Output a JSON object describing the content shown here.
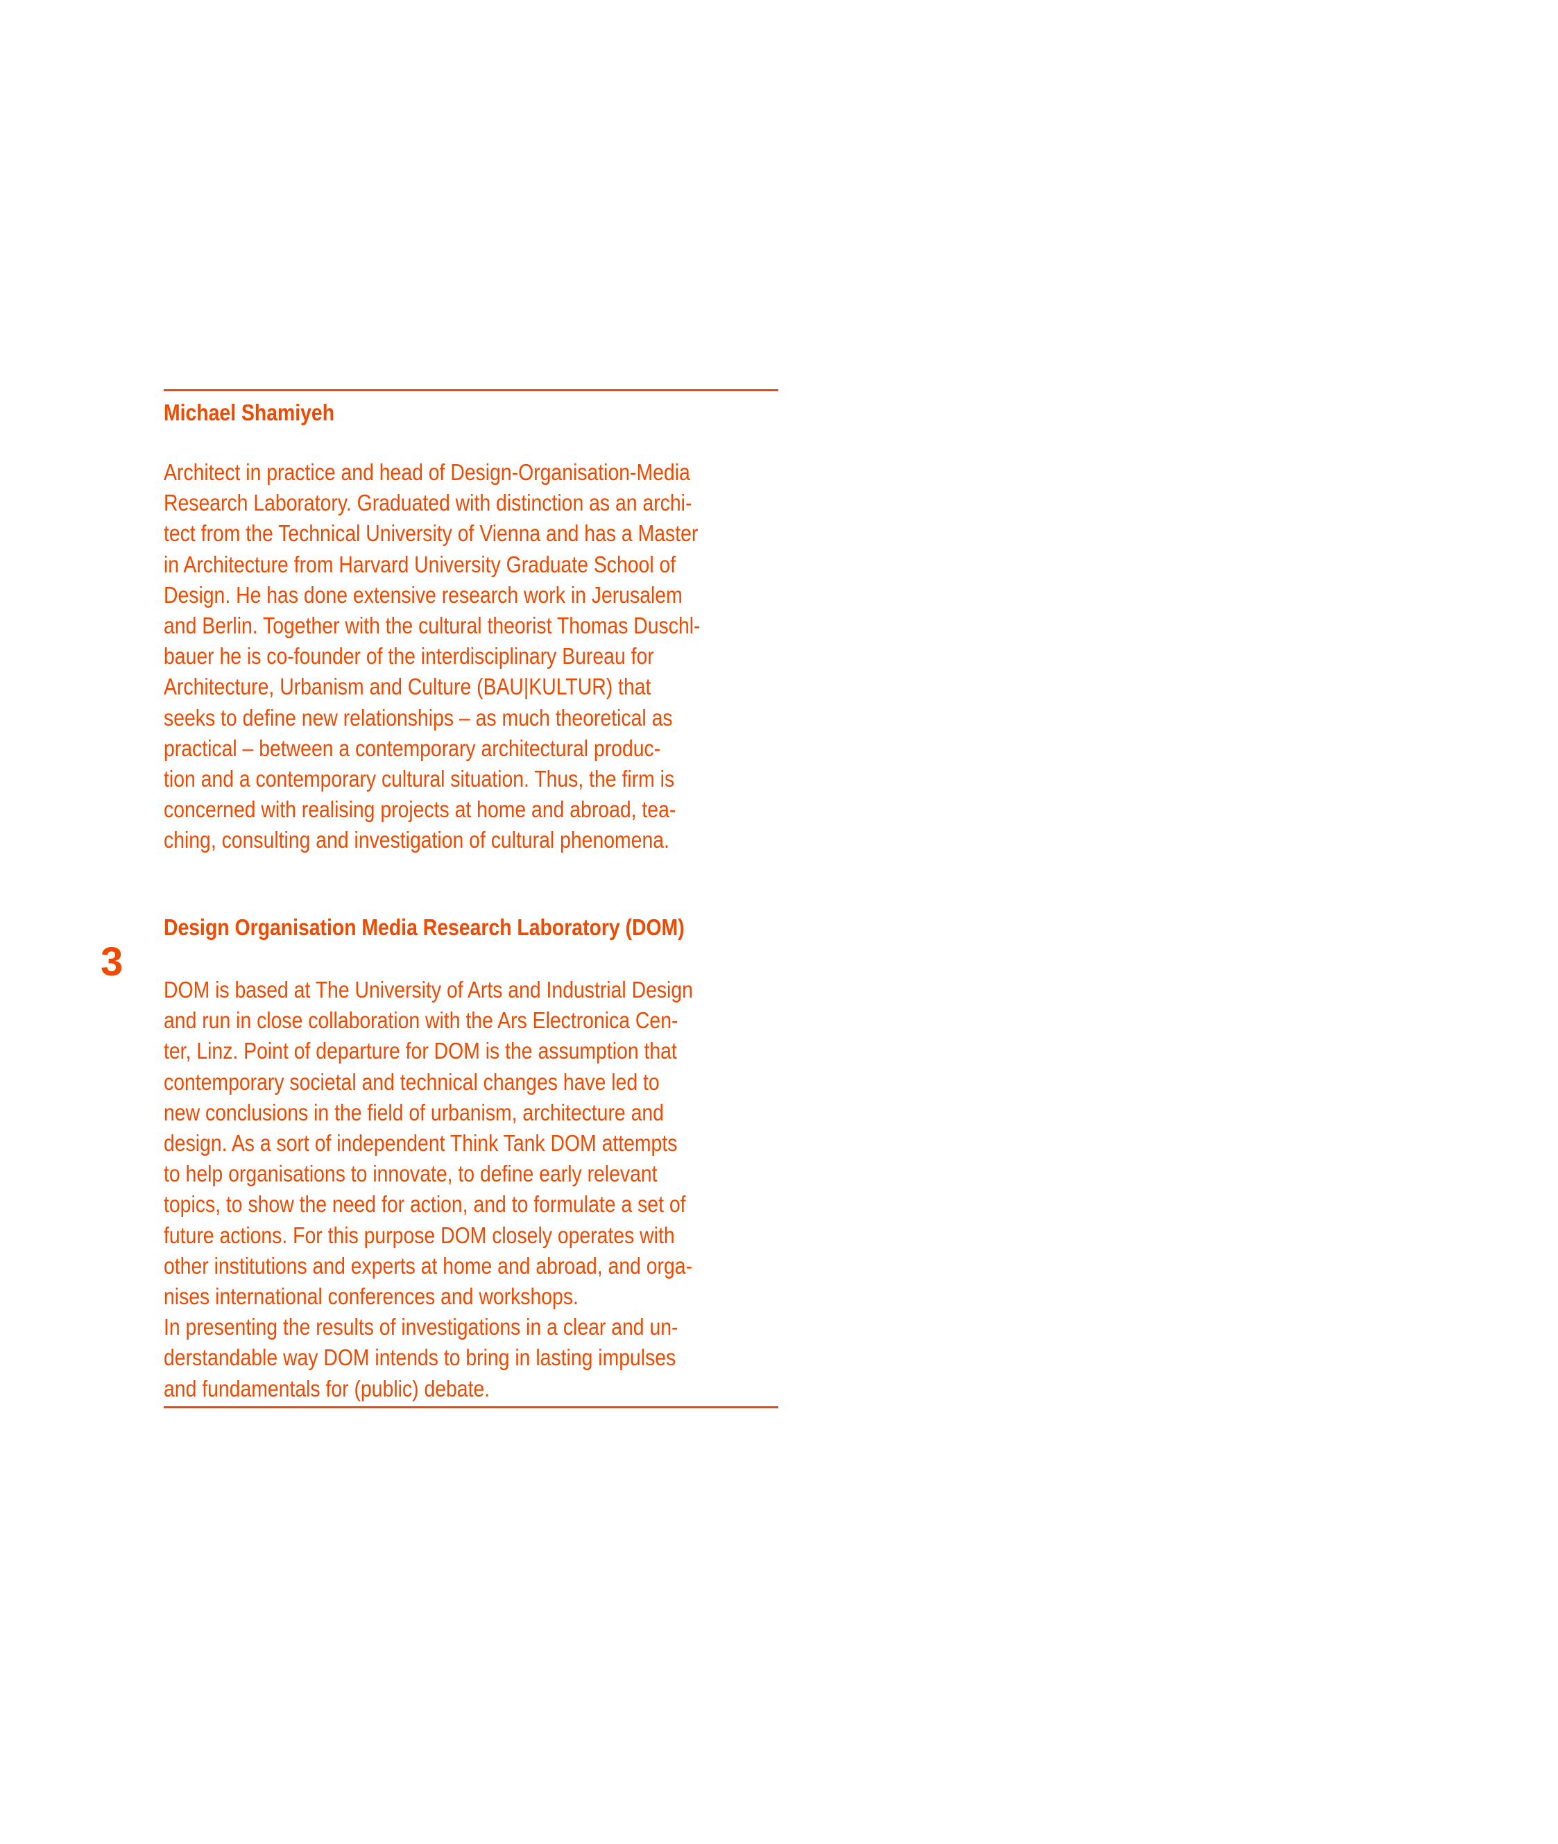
{
  "section_number": "3",
  "sections": [
    {
      "heading": "Michael Shamiyeh",
      "lines": [
        "Architect in practice and head of Design-Organisation-Media",
        "Research Laboratory. Graduated with distinction as an archi-",
        "tect from the Technical University of Vienna and has a Master",
        "in Architecture from Harvard University Graduate School of",
        "Design. He has done extensive research work in Jerusalem",
        "and Berlin. Together with the cultural theorist Thomas Duschl-",
        "bauer he is co-founder of the interdisciplinary Bureau for",
        "Architecture, Urbanism and Culture (BAU|KULTUR) that",
        "seeks to define new relationships – as much theoretical as",
        "practical – between a contemporary architectural produc-",
        "tion and a contemporary cultural situation. Thus, the firm is",
        "concerned with realising projects at home and abroad, tea-",
        "ching, consulting and investigation of cultural phenomena."
      ]
    },
    {
      "heading": "Design Organisation Media Research Laboratory (DOM)",
      "lines": [
        "DOM is based at The University of Arts and Industrial Design",
        "and run in close collaboration with the Ars Electronica Cen-",
        "ter, Linz. Point of departure for DOM is the assumption that",
        "contemporary societal and technical changes have led to",
        "new conclusions in the field of urbanism, architecture and",
        "design. As a sort of independent Think Tank DOM attempts",
        "to help organisations to innovate, to define early relevant",
        "topics, to show the need for action, and to formulate a set of",
        "future actions. For this purpose DOM closely operates with",
        "other institutions and experts at home and abroad, and orga-",
        "nises international conferences and workshops.",
        "In presenting the results of investigations in a clear and un-",
        "derstandable way DOM intends to bring in lasting impulses",
        "and fundamentals for (public) debate."
      ]
    }
  ],
  "colors": {
    "accent": "#f04a00"
  }
}
